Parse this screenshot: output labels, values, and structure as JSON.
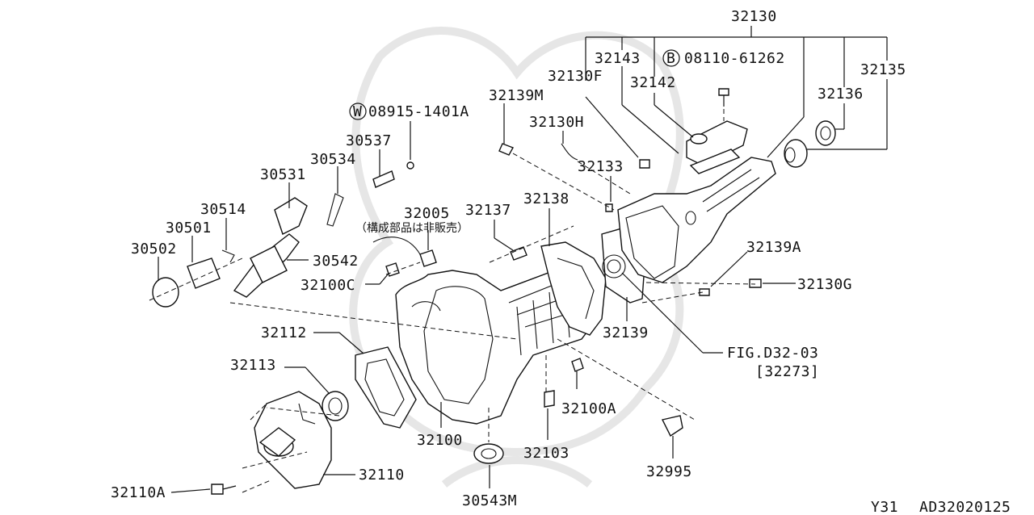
{
  "diagram": {
    "labels": {
      "p32130": "32130",
      "p32143": "32143",
      "p32130F": "32130F",
      "p32142": "32142",
      "bolt_b_num": "08110-61262",
      "p32136": "32136",
      "p32135": "32135",
      "p32139M": "32139M",
      "washer_w_num": "08915-1401A",
      "p32130H": "32130H",
      "p30537": "30537",
      "p30534": "30534",
      "p32133": "32133",
      "p30531": "30531",
      "p32138": "32138",
      "p30514": "30514",
      "p32005": "32005",
      "p32137": "32137",
      "p30501": "30501",
      "note_jp": "（構成部品は非販売）",
      "p30502": "30502",
      "p30542": "30542",
      "p32139A": "32139A",
      "p32100C": "32100C",
      "p32130G": "32130G",
      "p32112": "32112",
      "p32139": "32139",
      "fig_ref": "FIG.D32-03",
      "fig_sub": "[32273]",
      "p32113": "32113",
      "p32100A": "32100A",
      "p32100": "32100",
      "p32103": "32103",
      "p32110": "32110",
      "p32995": "32995",
      "p32110A": "32110A",
      "p30543M": "30543M",
      "footer_model": "Y31",
      "footer_code": "AD32020125"
    },
    "symbols": {
      "b_circle": "B",
      "w_circle": "W"
    }
  }
}
